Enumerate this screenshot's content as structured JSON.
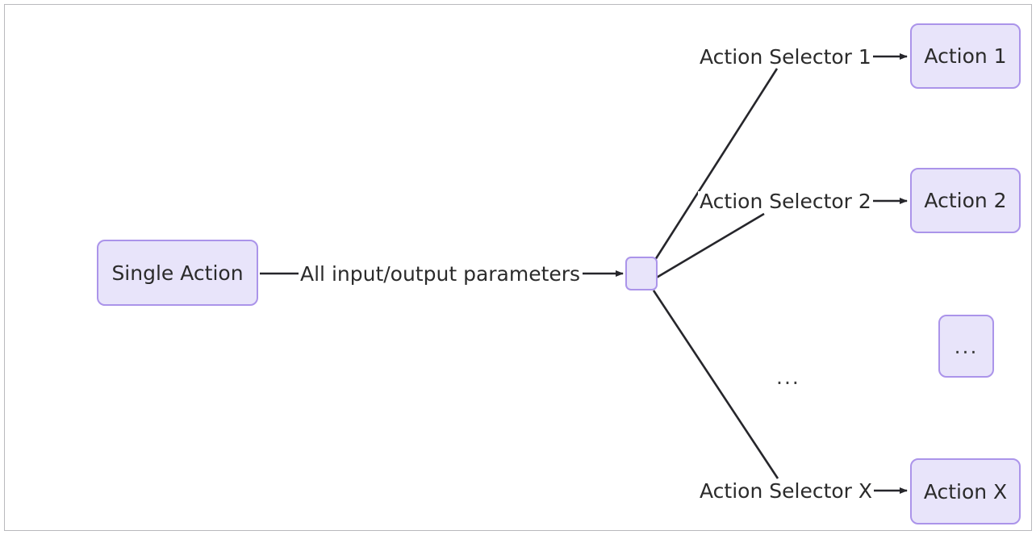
{
  "diagram": {
    "type": "flowchart",
    "title": "Single Action fan-out to Action Selectors",
    "colors": {
      "node_fill": "#e8e4fa",
      "node_border": "#ab94ea",
      "edge_stroke": "#26262b",
      "text": "#2b2b2b",
      "frame_border": "#b9b9bd",
      "background": "#ffffff"
    },
    "nodes": {
      "source": {
        "id": "single-action",
        "label": "Single Action"
      },
      "hub": {
        "id": "fan-out-hub",
        "label": ""
      },
      "targets": [
        {
          "id": "action-1",
          "label": "Action 1"
        },
        {
          "id": "action-2",
          "label": "Action 2"
        },
        {
          "id": "action-ellipsis",
          "label": "..."
        },
        {
          "id": "action-x",
          "label": "Action X"
        }
      ]
    },
    "edges": [
      {
        "id": "edge-params",
        "from": "single-action",
        "to": "fan-out-hub",
        "label": "All input/output parameters"
      },
      {
        "id": "edge-selector-1",
        "from": "fan-out-hub",
        "to": "action-1",
        "label": "Action Selector 1"
      },
      {
        "id": "edge-selector-2",
        "from": "fan-out-hub",
        "to": "action-2",
        "label": "Action Selector 2"
      },
      {
        "id": "edge-selector-x",
        "from": "fan-out-hub",
        "to": "action-x",
        "label": "Action Selector X"
      }
    ],
    "annotations": [
      {
        "id": "middle-ellipsis",
        "label": "..."
      }
    ]
  }
}
